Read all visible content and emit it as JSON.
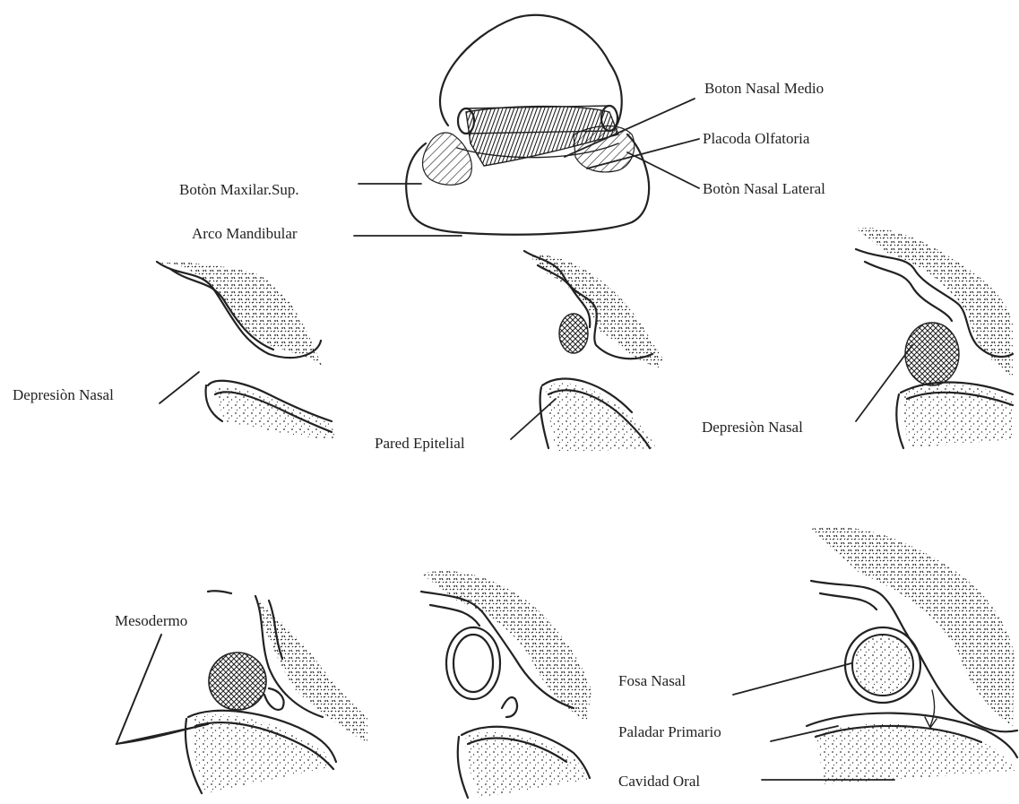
{
  "labels": {
    "boton_nasal_medio": "Boton Nasal Medio",
    "placoda_olfatoria": "Placoda Olfatoria",
    "boton_maxilar_sup": "Botòn Maxilar.Sup.",
    "boton_nasal_lateral": "Botòn Nasal Lateral",
    "arco_mandibular": "Arco Mandibular",
    "depresion_nasal_1": "Depresiòn Nasal",
    "pared_epitelial": "Pared Epitelial",
    "depresion_nasal_2": "Depresiòn Nasal",
    "mesodermo": "Mesodermo",
    "fosa_nasal": "Fosa Nasal",
    "paladar_primario": "Paladar Primario",
    "cavidad_oral": "Cavidad Oral"
  }
}
